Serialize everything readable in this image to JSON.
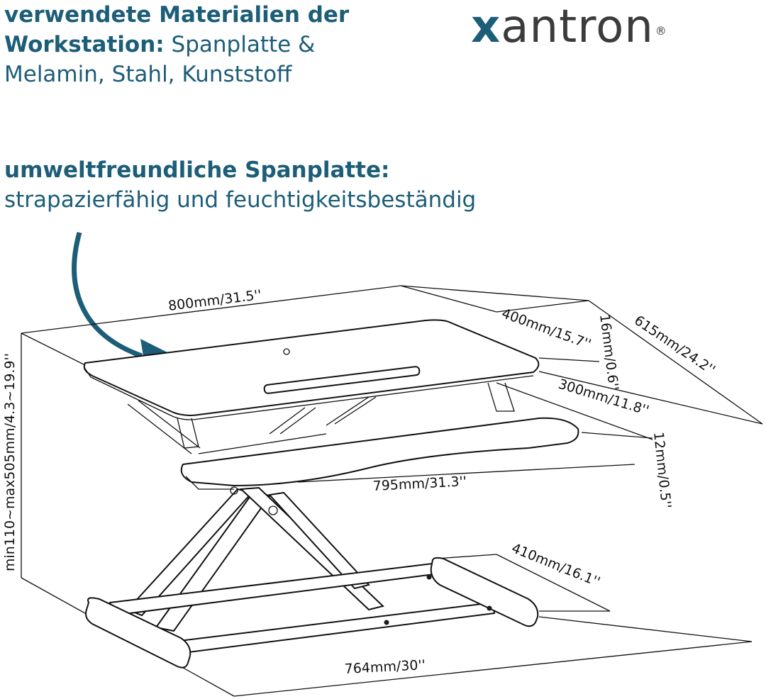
{
  "brand": {
    "logo_first": "x",
    "logo_rest": "antron",
    "registered": "®"
  },
  "materials": {
    "label": "verwendete Materialien der Workstation:",
    "value": " Spanplatte & Melamin, Stahl, Kunststoff"
  },
  "eco": {
    "label": "umweltfreundliche Spanplatte:",
    "value": "strapazierfähig und feuchtigkeitsbeständig"
  },
  "dimensions": {
    "top_width": "800mm/31.5''",
    "top_depth": "400mm/15.7''",
    "top_thickness": "16mm/0.6''",
    "overall_depth": "615mm/24.2''",
    "keyboard_depth": "300mm/11.8''",
    "keyboard_thickness": "12mm/0.5''",
    "keyboard_width": "795mm/31.3''",
    "base_depth": "410mm/16.1''",
    "base_width": "764mm/30''",
    "height_range": "min110~max505mm/4.3~19.9''"
  },
  "colors": {
    "accent": "#1c5d78",
    "logo_grey": "#3b3b3b",
    "line": "#111111"
  },
  "icons": {
    "arrow": "curved-arrow-icon",
    "product": "standing-desk-converter-icon"
  }
}
